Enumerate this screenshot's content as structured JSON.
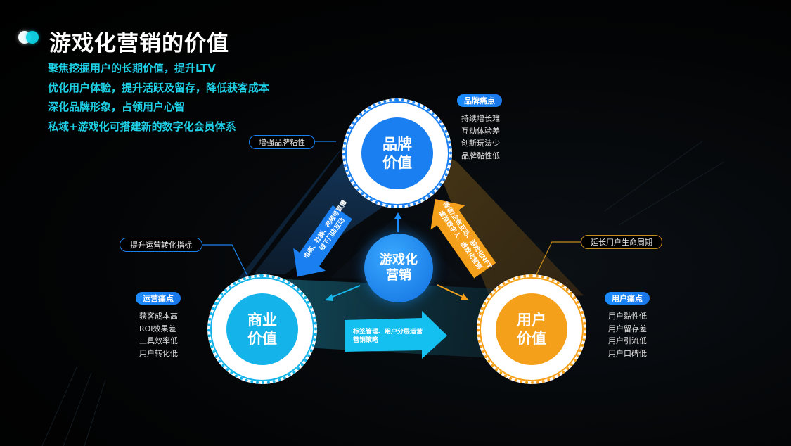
{
  "header": {
    "title": "游戏化营销的价值",
    "bullets": [
      "聚焦挖掘用户的长期价值，提升LTV",
      "优化用户体验，提升活跃及留存，降低获客成本",
      "深化品牌形象，占领用户心智",
      "私域+游戏化可搭建新的数字化会员体系"
    ]
  },
  "colors": {
    "accent_cyan": "#1fd1e6",
    "brand_blue": "#1a7ff0",
    "business_cyan": "#14b4ea",
    "user_orange": "#f5a01a",
    "center_blue": "#1c8cf2"
  },
  "diagram": {
    "center": {
      "label_line1": "游戏化",
      "label_line2": "营销"
    },
    "nodes": {
      "brand": {
        "line1": "品牌",
        "line2": "价值",
        "tag": "增强品牌粘性",
        "pain_title": "品牌痛点",
        "pains": [
          "持续增长难",
          "互动体验差",
          "创新玩法少",
          "品牌黏性低"
        ]
      },
      "business": {
        "line1": "商业",
        "line2": "价值",
        "tag": "提升运营转化指标",
        "pain_title": "运营痛点",
        "pains": [
          "获客成本高",
          "ROI效果差",
          "工具效率低",
          "用户转化低"
        ]
      },
      "user": {
        "line1": "用户",
        "line2": "价值",
        "tag": "延长用户生命周期",
        "pain_title": "用户痛点",
        "pains": [
          "用户黏性低",
          "用户留存差",
          "用户引流低",
          "用户口碑低"
        ]
      }
    },
    "arrows": {
      "brand_to_business": {
        "line1": "电商、社群、视频号直播",
        "line2": "线下门店互动"
      },
      "user_to_brand": {
        "line1": "微信/企微互动、游戏化NFT",
        "line2": "虚拟数字人、游戏化营销"
      },
      "business_to_user": {
        "line1": "标签管理、用户分层运营",
        "line2": "营销策略"
      }
    }
  }
}
